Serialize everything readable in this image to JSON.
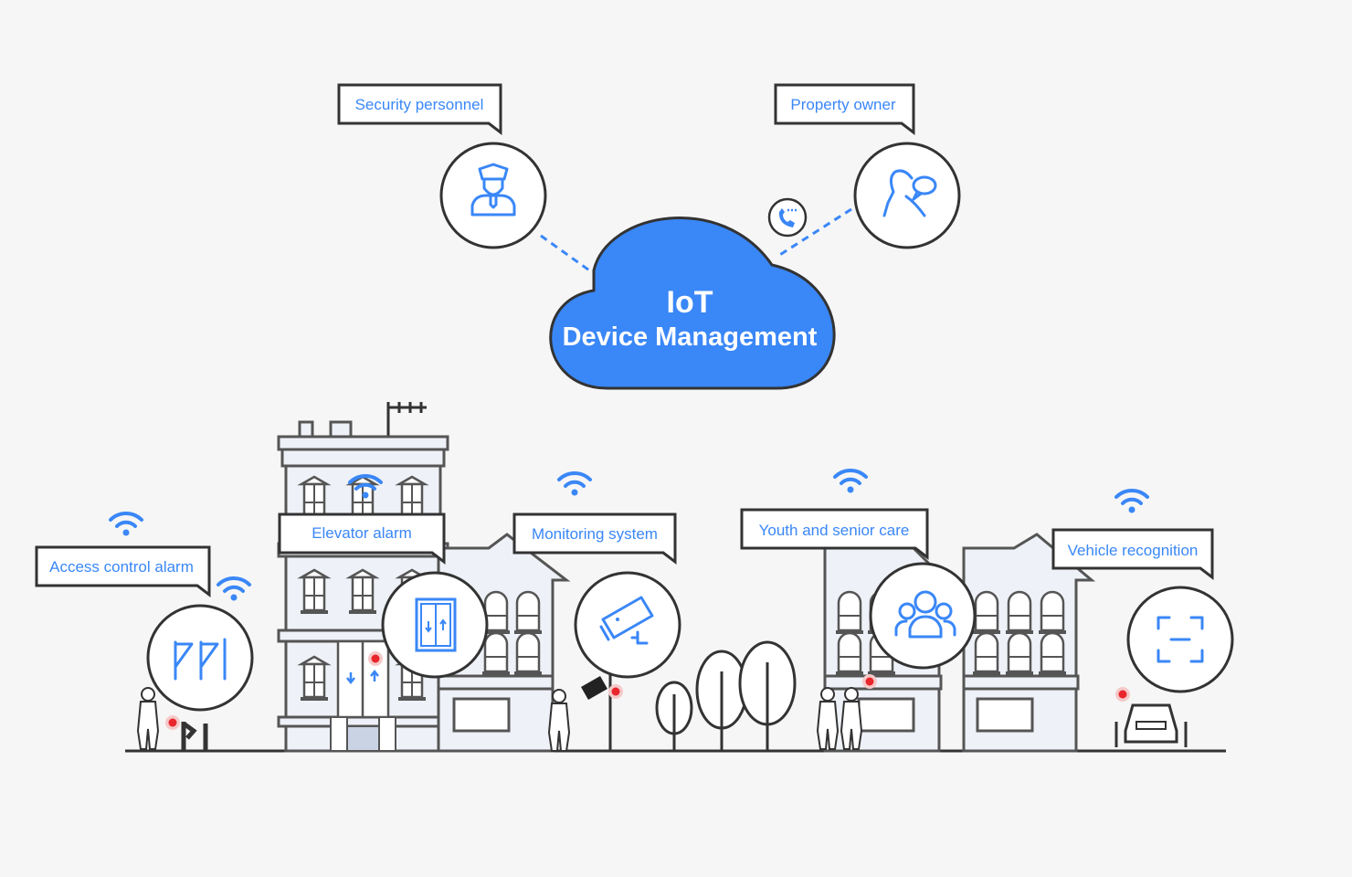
{
  "cloud": {
    "title": "IoT",
    "subtitle": "Device Management"
  },
  "roles": {
    "security": {
      "label": "Security personnel",
      "icon": "security-guard-icon"
    },
    "owner": {
      "label": "Property owner",
      "icon": "person-speech-icon"
    }
  },
  "scenarios": [
    {
      "label": "Access control alarm",
      "icon": "turnstile-gate-icon"
    },
    {
      "label": "Elevator alarm",
      "icon": "elevator-icon"
    },
    {
      "label": "Monitoring system",
      "icon": "cctv-camera-icon"
    },
    {
      "label": "Youth and senior care",
      "icon": "group-people-icon"
    },
    {
      "label": "Vehicle recognition",
      "icon": "scan-frame-icon"
    }
  ],
  "colors": {
    "accent": "#3a87f7",
    "alert": "#e8262b",
    "outline": "#333333",
    "background": "#f6f6f6"
  }
}
